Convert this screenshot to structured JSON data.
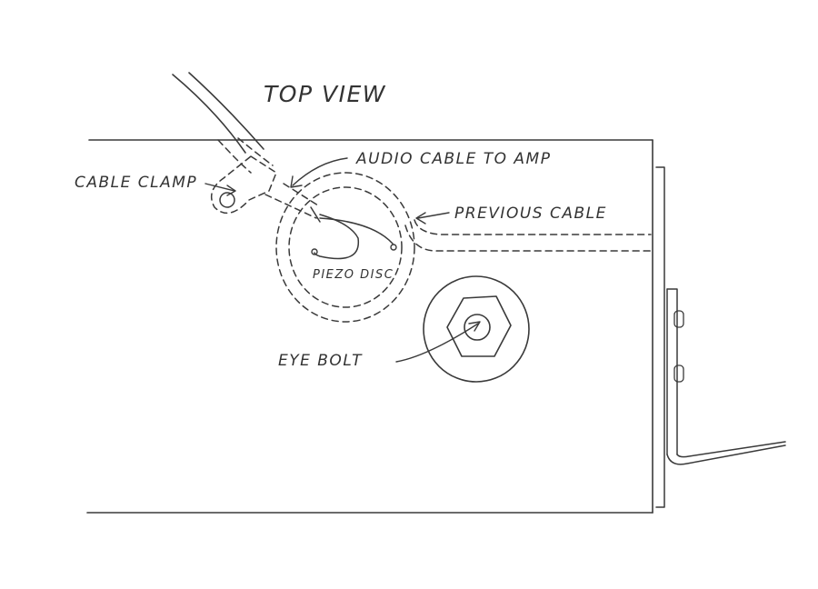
{
  "diagram": {
    "title": "TOP VIEW",
    "labels": {
      "cable_clamp": "CABLE CLAMP",
      "audio_cable": "AUDIO CABLE TO AMP",
      "previous_cable": "PREVIOUS CABLE",
      "piezo_disc": "PIEZO DISC",
      "eye_bolt": "EYE BOLT"
    }
  }
}
